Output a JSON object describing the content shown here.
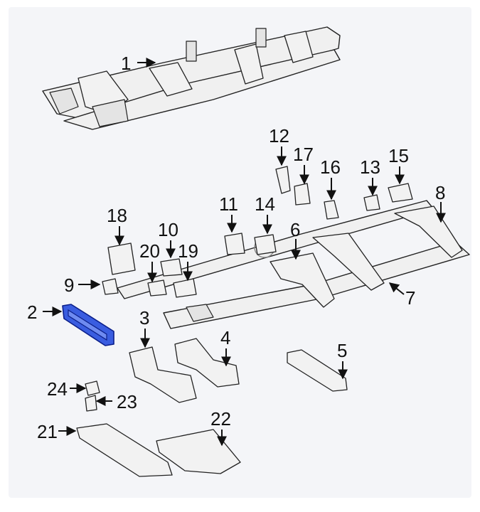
{
  "callouts": [
    {
      "id": "1",
      "text": "1"
    },
    {
      "id": "2",
      "text": "2"
    },
    {
      "id": "3",
      "text": "3"
    },
    {
      "id": "4",
      "text": "4"
    },
    {
      "id": "5",
      "text": "5"
    },
    {
      "id": "6",
      "text": "6"
    },
    {
      "id": "7",
      "text": "7"
    },
    {
      "id": "8",
      "text": "8"
    },
    {
      "id": "9",
      "text": "9"
    },
    {
      "id": "10",
      "text": "10"
    },
    {
      "id": "11",
      "text": "11"
    },
    {
      "id": "12",
      "text": "12"
    },
    {
      "id": "13",
      "text": "13"
    },
    {
      "id": "14",
      "text": "14"
    },
    {
      "id": "15",
      "text": "15"
    },
    {
      "id": "16",
      "text": "16"
    },
    {
      "id": "17",
      "text": "17"
    },
    {
      "id": "18",
      "text": "18"
    },
    {
      "id": "19",
      "text": "19"
    },
    {
      "id": "20",
      "text": "20"
    },
    {
      "id": "21",
      "text": "21"
    },
    {
      "id": "22",
      "text": "22"
    },
    {
      "id": "23",
      "text": "23"
    },
    {
      "id": "24",
      "text": "24"
    }
  ],
  "highlight_color": "#3a5de0",
  "highlighted_part": "2"
}
